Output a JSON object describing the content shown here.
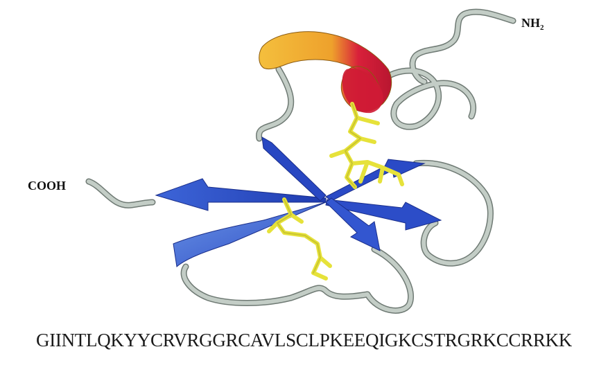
{
  "labels": {
    "n_terminus": "NH",
    "n_terminus_sub": "2",
    "c_terminus": "COOH"
  },
  "sequence": "GIINTLQKYYCRVRGGRCAVLSCLPKEEQIGKCSTRGRKCCRRKK",
  "colors": {
    "coil": "#b9c4bd",
    "coil_edge": "#6f7a74",
    "strand_blue": "#2f55cf",
    "strand_light": "#5b86e0",
    "helix_orange": "#f0b132",
    "helix_red": "#d8203a",
    "disulfide_yellow": "#e9e53a"
  }
}
